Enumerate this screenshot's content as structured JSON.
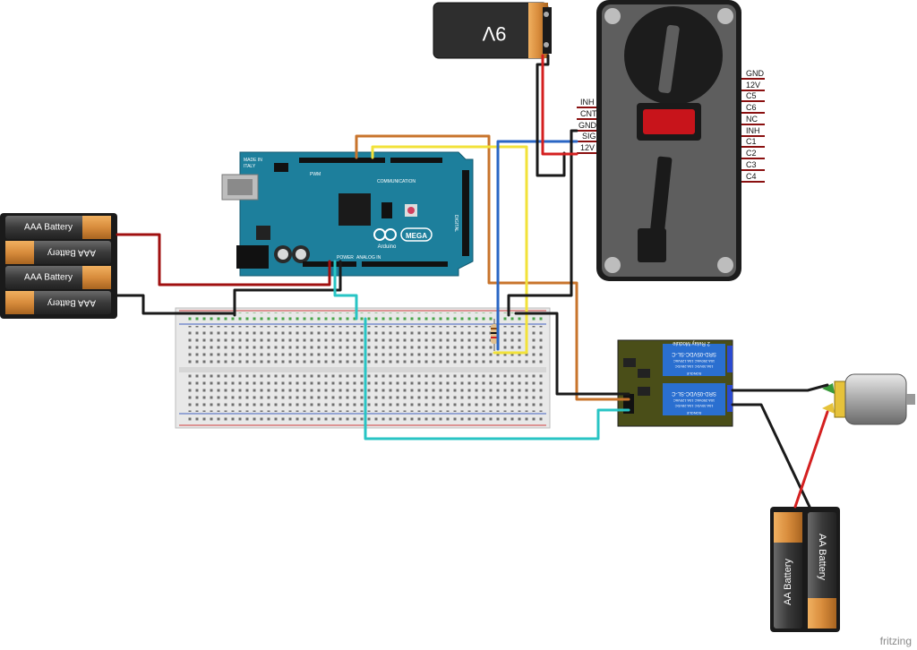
{
  "diagram": {
    "watermark": "fritzing",
    "battery_9v_label": "9V",
    "aaa_battery_label": "AAA Battery",
    "aa_battery_label": "AA Battery",
    "arduino": {
      "brand": "Arduino",
      "model": "MEGA",
      "made_in": "MADE IN",
      "country": "ITALY",
      "communication": "COMMUNICATION",
      "power": "POWER",
      "analog_in": "ANALOG IN",
      "digital": "DIGITAL",
      "pwm": "PWM"
    },
    "coin_acceptor_left_pins": [
      "INH",
      "CNT",
      "GND",
      "SIG",
      "12V"
    ],
    "coin_acceptor_right_pins": [
      "GND",
      "12V",
      "C5",
      "C6",
      "NC",
      "INH",
      "C1",
      "C2",
      "C3",
      "C4"
    ],
    "relay": {
      "title": "2 Relay Module",
      "relay_model": "SRD-05VDC-SL-C",
      "relay_brand": "SONGLE",
      "relay_spec_1": "10A 250VAC  10A 125VAC",
      "relay_spec_2": "10A 30VDC  10A 28VDC"
    }
  },
  "colors": {
    "board_blue": "#1d7f9c",
    "relay_pcb": "#4a4e18",
    "relay_body": "#2a6fd0",
    "coin_acceptor_body": "#5e5e5e",
    "coin_acceptor_window": "#c8141b",
    "battery_copper": "#d88c3c"
  }
}
